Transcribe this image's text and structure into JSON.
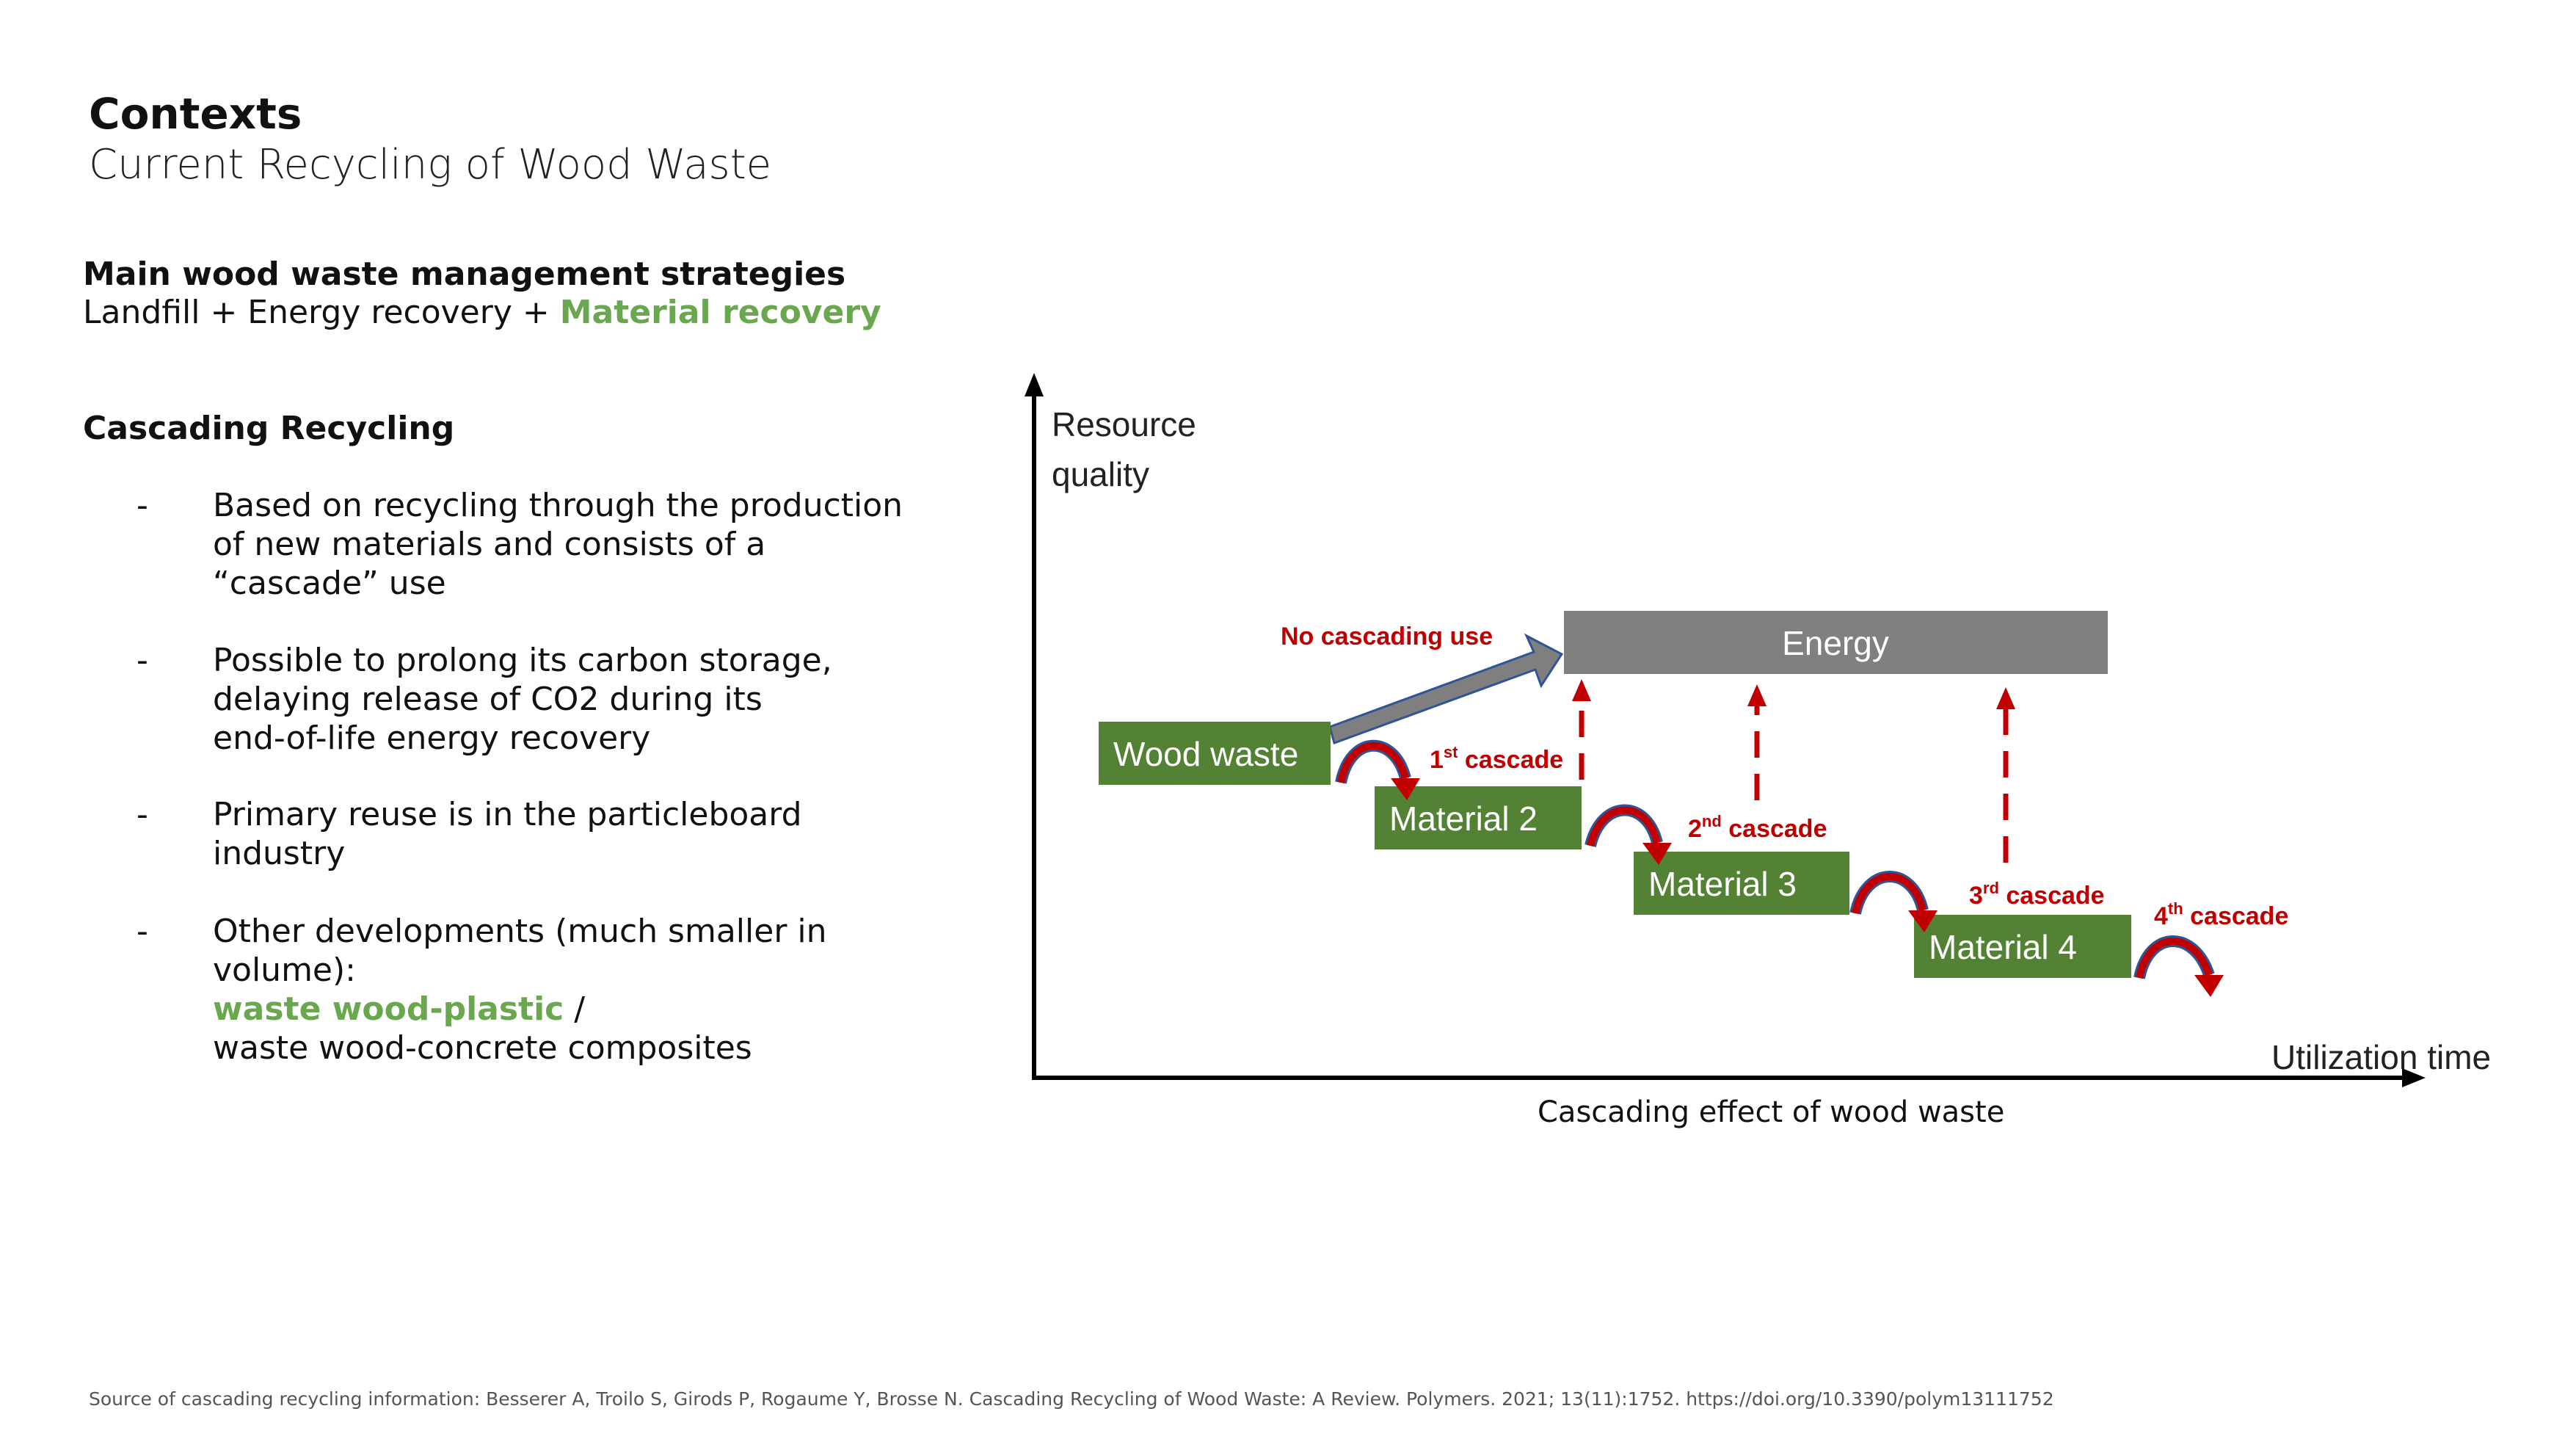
{
  "header": {
    "title": "Contexts",
    "subtitle": "Current Recycling of Wood Waste"
  },
  "strategies": {
    "heading": "Main wood waste management strategies",
    "line_plain": "Landfill  + Energy recovery + ",
    "line_highlight": "Material recovery"
  },
  "cascading": {
    "heading": "Cascading Recycling",
    "bullets": [
      {
        "dash": "-",
        "lines": [
          "Based on recycling through the production",
          "of new materials and consists of a",
          "“cascade” use"
        ]
      },
      {
        "dash": "-",
        "lines": [
          "Possible to prolong its carbon storage,",
          "delaying release of CO2 during its",
          "end-of-life energy recovery"
        ]
      },
      {
        "dash": "-",
        "lines": [
          "Primary reuse is in the particleboard",
          "industry"
        ]
      },
      {
        "dash": "-",
        "lines": [
          "Other developments (much smaller in",
          "volume):"
        ],
        "highlight": "waste wood-plastic",
        "highlight_suffix": " /",
        "last_line": "waste wood-concrete composites"
      }
    ]
  },
  "diagram": {
    "y_axis_label_1": "Resource",
    "y_axis_label_2": "quality",
    "x_axis_label": "Utilization time",
    "energy_label": "Energy",
    "no_cascading_label": "No cascading use",
    "boxes": [
      "Wood waste",
      "Material 2",
      "Material 3",
      "Material 4"
    ],
    "cascades": [
      {
        "num": "1",
        "sup": "st",
        "word": " cascade"
      },
      {
        "num": "2",
        "sup": "nd",
        "word": " cascade"
      },
      {
        "num": "3",
        "sup": "rd",
        "word": " cascade"
      },
      {
        "num": "4",
        "sup": "th",
        "word": " cascade"
      }
    ],
    "caption": "Cascading effect of wood waste",
    "colors": {
      "box_green": "#548235",
      "energy_gray": "#808080",
      "arrow_red": "#c00000",
      "text_red": "#c00000"
    }
  },
  "footer": {
    "source": "Source of cascading recycling information: Besserer A, Troilo S, Girods P, Rogaume Y, Brosse N. Cascading Recycling of Wood Waste: A Review. Polymers. 2021; 13(11):1752. https://doi.org/10.3390/polym13111752"
  }
}
